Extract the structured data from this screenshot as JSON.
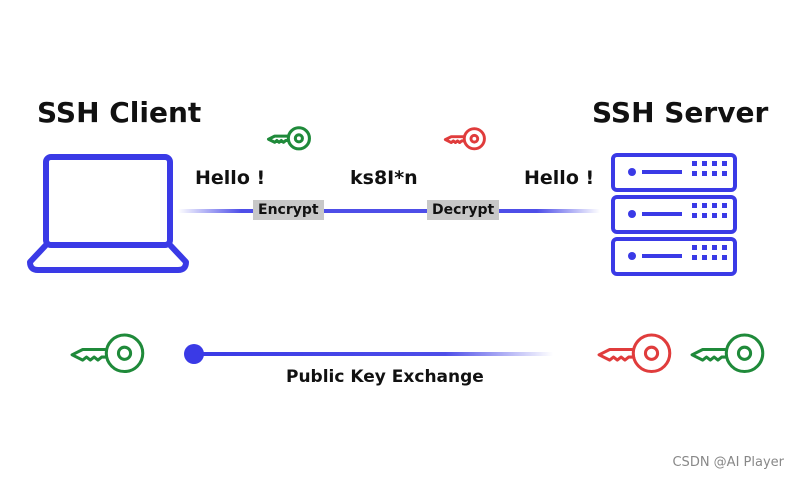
{
  "client": {
    "title": "SSH Client"
  },
  "server": {
    "title": "SSH Server"
  },
  "messages": {
    "plain_left": "Hello !",
    "cipher": "ks8I*n",
    "plain_right": "Hello !"
  },
  "tags": {
    "encrypt": "Encrypt",
    "decrypt": "Decrypt"
  },
  "exchange": {
    "label": "Public Key Exchange"
  },
  "watermark": "CSDN @AI Player",
  "colors": {
    "accent": "#3a3ae6",
    "key_public": "#1f8a3a",
    "key_private": "#e03c3c"
  },
  "icons": [
    "laptop-icon",
    "server-icon",
    "key-icon"
  ]
}
